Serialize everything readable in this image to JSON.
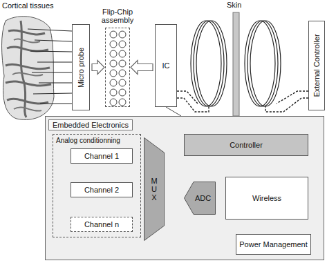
{
  "diagram": {
    "nodes": [
      {
        "text": [
          "Micro probe"
        ]
      },
      {
        "text": [
          "Flip-Chip assembly"
        ]
      },
      {
        "text": [
          "IC"
        ]
      },
      {
        "text": [
          "External Controller"
        ]
      },
      {
        "text": [
          "Embedded Electronics"
        ]
      },
      {
        "text": [
          "Analog conditionning"
        ],
        "in": 4
      },
      {
        "text": [
          "Channel 1"
        ],
        "in": 5
      },
      {
        "text": [
          "Channel 2"
        ],
        "in": 5
      },
      {
        "text": [
          "Channel n"
        ],
        "in": 5
      },
      {
        "text": [
          "MUX"
        ],
        "in": 4
      },
      {
        "text": [
          "ADC"
        ],
        "in": 4
      },
      {
        "text": [
          "Controller"
        ],
        "in": 4
      },
      {
        "text": [
          "Wireless"
        ],
        "in": 4
      },
      {
        "text": [
          "Power Management"
        ],
        "in": 4
      }
    ],
    "edges": [
      {
        "from": 0,
        "to": 1,
        "arrow": "to"
      },
      {
        "from": 2,
        "to": 1,
        "arrow": "to"
      },
      {
        "from": 6,
        "to": 9,
        "arrow": "to"
      },
      {
        "from": 7,
        "to": 9,
        "arrow": "to"
      },
      {
        "from": 8,
        "to": 9,
        "arrow": "to"
      },
      {
        "from": 9,
        "to": 10,
        "arrow": "to"
      },
      {
        "from": 10,
        "to": 12,
        "arrow": "to"
      },
      {
        "from": 11,
        "to": 9,
        "arrow": "to"
      },
      {
        "from": 11,
        "to": 10,
        "arrow": "to"
      },
      {
        "from": 11,
        "to": 12,
        "arrow": "both"
      },
      {
        "from": 12,
        "to": 13,
        "arrow": "to"
      }
    ],
    "labels": [
      "Cortical tissues",
      "Skin"
    ]
  }
}
